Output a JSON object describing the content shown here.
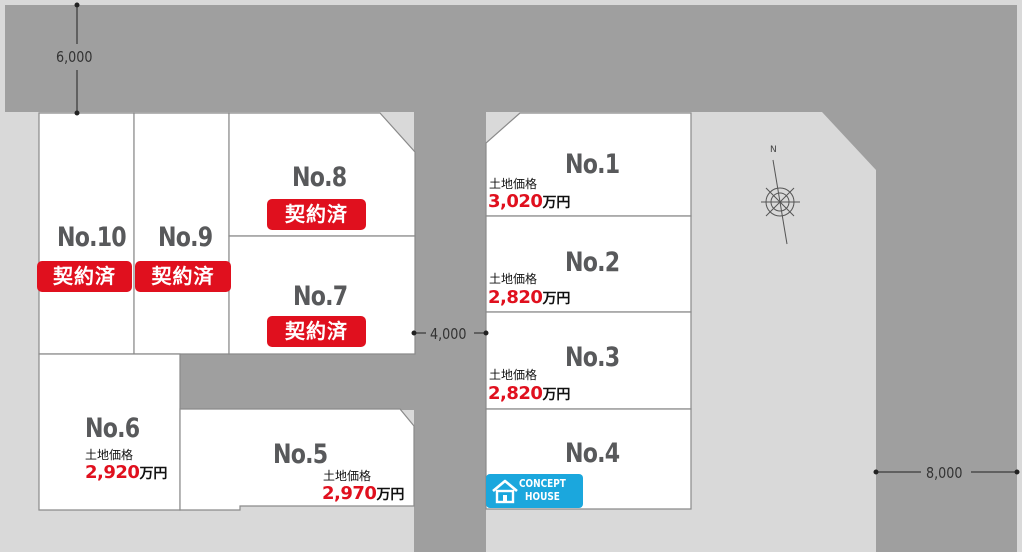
{
  "plots": {
    "no1": {
      "name": "No.1",
      "price_label": "土地価格",
      "price": "3,020",
      "unit": "万円"
    },
    "no2": {
      "name": "No.2",
      "price_label": "土地価格",
      "price": "2,820",
      "unit": "万円"
    },
    "no3": {
      "name": "No.3",
      "price_label": "土地価格",
      "price": "2,820",
      "unit": "万円"
    },
    "no4": {
      "name": "No.4",
      "badge_line1": "CONCEPT",
      "badge_line2": "HOUSE"
    },
    "no5": {
      "name": "No.5",
      "price_label": "土地価格",
      "price": "2,970",
      "unit": "万円"
    },
    "no6": {
      "name": "No.6",
      "price_label": "土地価格",
      "price": "2,920",
      "unit": "万円"
    },
    "no7": {
      "name": "No.7",
      "status": "契約済"
    },
    "no8": {
      "name": "No.8",
      "status": "契約済"
    },
    "no9": {
      "name": "No.9",
      "status": "契約済"
    },
    "no10": {
      "name": "No.10",
      "status": "契約済"
    }
  },
  "roads": {
    "north_width": "6,000",
    "middle_width": "4,000",
    "east_width": "8,000"
  },
  "compass": {
    "north": "N"
  },
  "colors": {
    "road": "#9f9f9f",
    "sidewalk": "#d9d9d9",
    "sold": "#e0101e",
    "price": "#e0101e",
    "concept_badge": "#1ba7dd",
    "plot_name": "#58595b"
  }
}
